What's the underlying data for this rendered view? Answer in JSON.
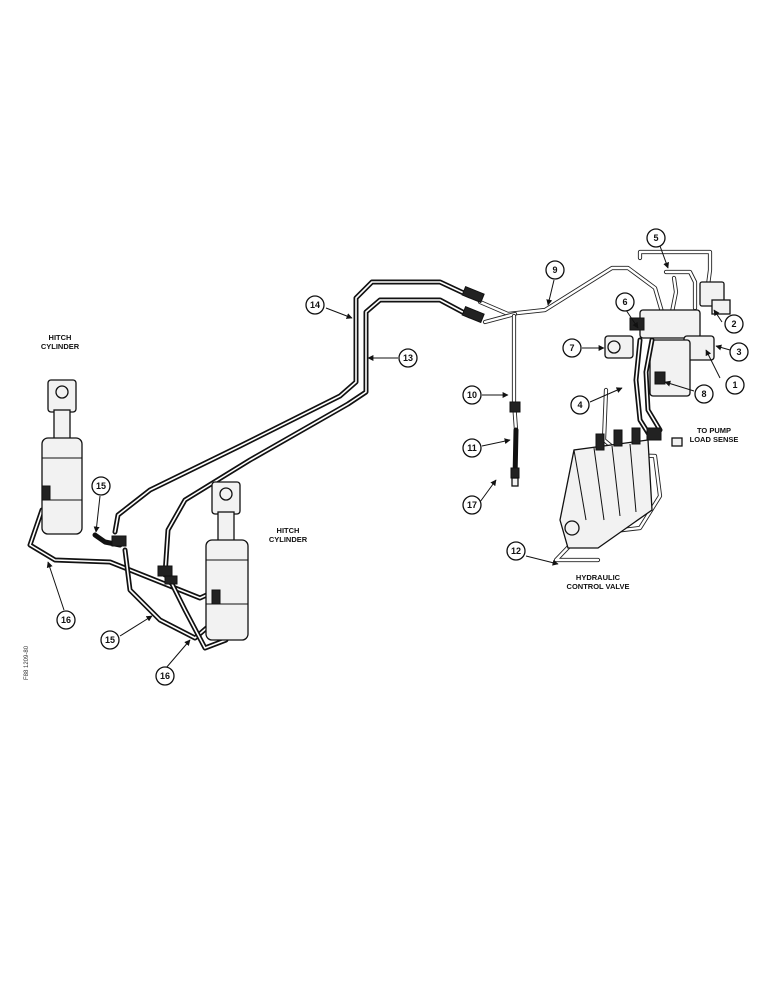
{
  "labels": {
    "hitch_cylinder_left": [
      "HITCH",
      "CYLINDER"
    ],
    "hitch_cylinder_right": [
      "HITCH",
      "CYLINDER"
    ],
    "to_pump": [
      "TO PUMP",
      "LOAD SENSE"
    ],
    "control_valve": [
      "HYDRAULIC",
      "CONTROL VALVE"
    ],
    "side_code": "F88 1209-80"
  },
  "callouts": [
    "1",
    "2",
    "3",
    "4",
    "5",
    "6",
    "7",
    "8",
    "9",
    "10",
    "11",
    "12",
    "13",
    "14",
    "15",
    "15",
    "16",
    "16",
    "17"
  ]
}
